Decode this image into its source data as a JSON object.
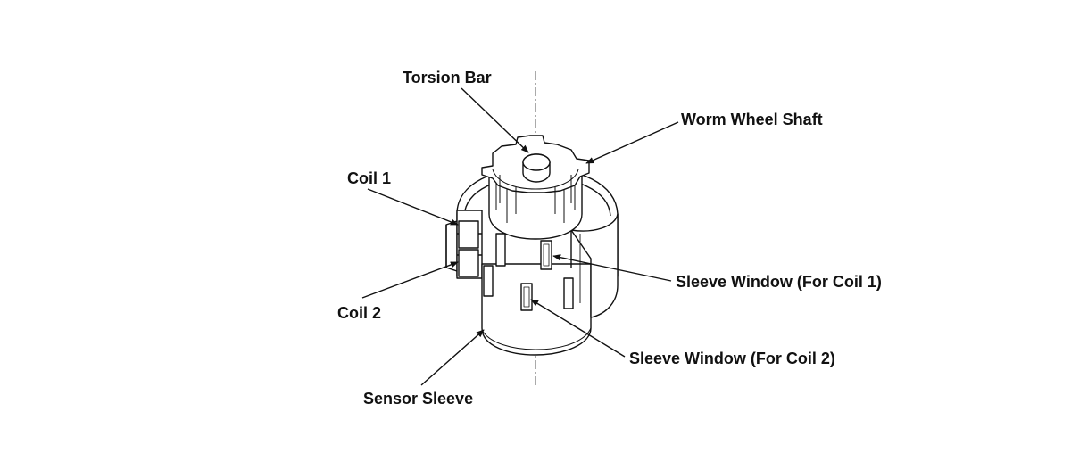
{
  "diagram": {
    "labels": {
      "torsion_bar": "Torsion Bar",
      "worm_wheel_shaft": "Worm Wheel Shaft",
      "coil_1": "Coil 1",
      "coil_2": "Coil 2",
      "sleeve_window_coil_1": "Sleeve Window (For Coil 1)",
      "sleeve_window_coil_2": "Sleeve Window (For Coil 2)",
      "sensor_sleeve": "Sensor Sleeve"
    },
    "line_color": "#111111",
    "background": "#ffffff"
  }
}
